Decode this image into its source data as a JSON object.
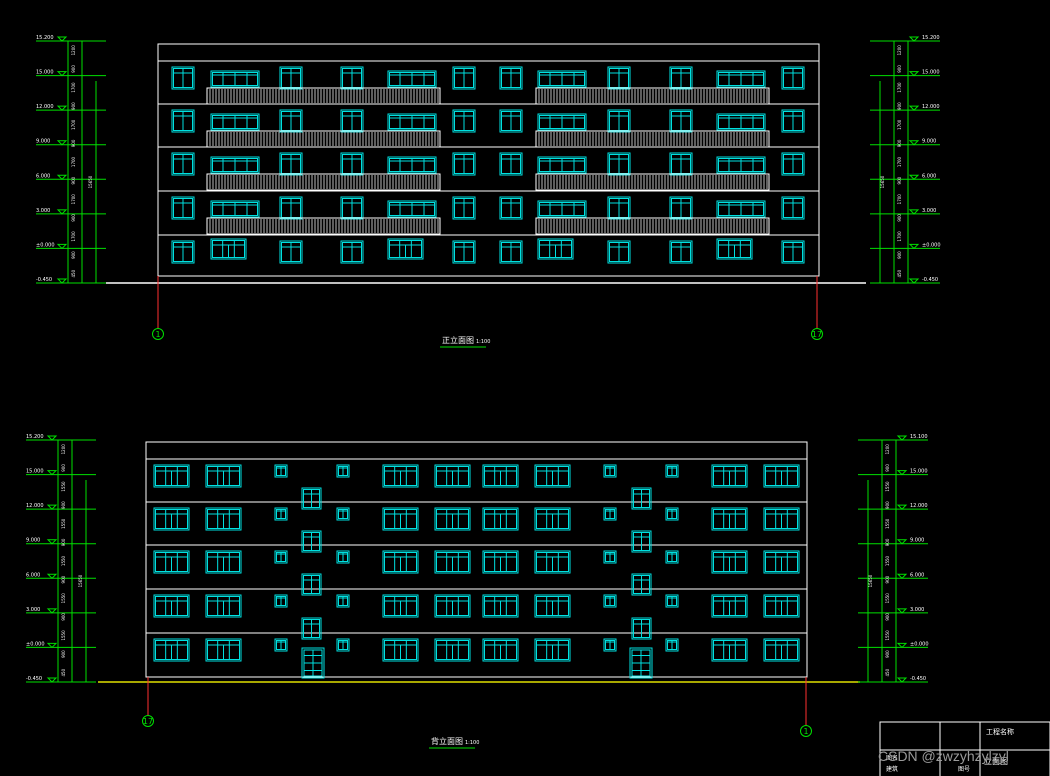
{
  "drawing": {
    "front_title": "正立面图",
    "front_scale": "1:100",
    "rear_title": "背立面图",
    "rear_scale": "1:100",
    "front_axes": [
      "1",
      "17"
    ],
    "rear_axes": [
      "17",
      "1"
    ],
    "front_left_elev": [
      "15.200",
      "15.000",
      "12.000",
      "9.000",
      "6.000",
      "3.000",
      "±0.000",
      "-0.450"
    ],
    "front_right_elev": [
      "15.200",
      "15.000",
      "12.000",
      "9.000",
      "6.000",
      "3.000",
      "±0.000",
      "-0.450"
    ],
    "rear_left_elev": [
      "15.200",
      "15.000",
      "12.000",
      "9.000",
      "6.000",
      "3.000",
      "±0.000",
      "-0.450"
    ],
    "rear_right_elev": [
      "15.100",
      "15.000",
      "12.000",
      "9.000",
      "6.000",
      "3.000",
      "±0.000",
      "-0.450"
    ],
    "total_height_label": "15650",
    "front_dims_left": [
      "1200",
      "900",
      "1700",
      "900",
      "1700",
      "900",
      "1700",
      "900",
      "1700",
      "900",
      "1700",
      "900",
      "450"
    ],
    "front_dims_right": [
      "1200",
      "900",
      "1700",
      "900",
      "1700",
      "900",
      "1700",
      "900",
      "1700",
      "900",
      "1700",
      "900",
      "450"
    ],
    "rear_dims_left": [
      "1200",
      "900",
      "1550",
      "900",
      "1550",
      "900",
      "1550",
      "900",
      "1550",
      "900",
      "1550",
      "900",
      "450"
    ],
    "rear_dims_right": [
      "1200",
      "900",
      "1550",
      "900",
      "1550",
      "900",
      "1550",
      "900",
      "1550",
      "900",
      "1550",
      "900",
      "450"
    ],
    "title_block": {
      "project_label": "工程名称",
      "drawing_label": "立面图",
      "cells": [
        "图名",
        "建筑",
        "图号"
      ]
    }
  },
  "watermark": "CSDN @zwzyhzylzyl",
  "colors": {
    "background": "#000000",
    "outline": "#ffffff",
    "window": "#00e0e0",
    "dimension": "#00e000",
    "ground": "#e0e000",
    "axis_line": "#ff3030"
  }
}
